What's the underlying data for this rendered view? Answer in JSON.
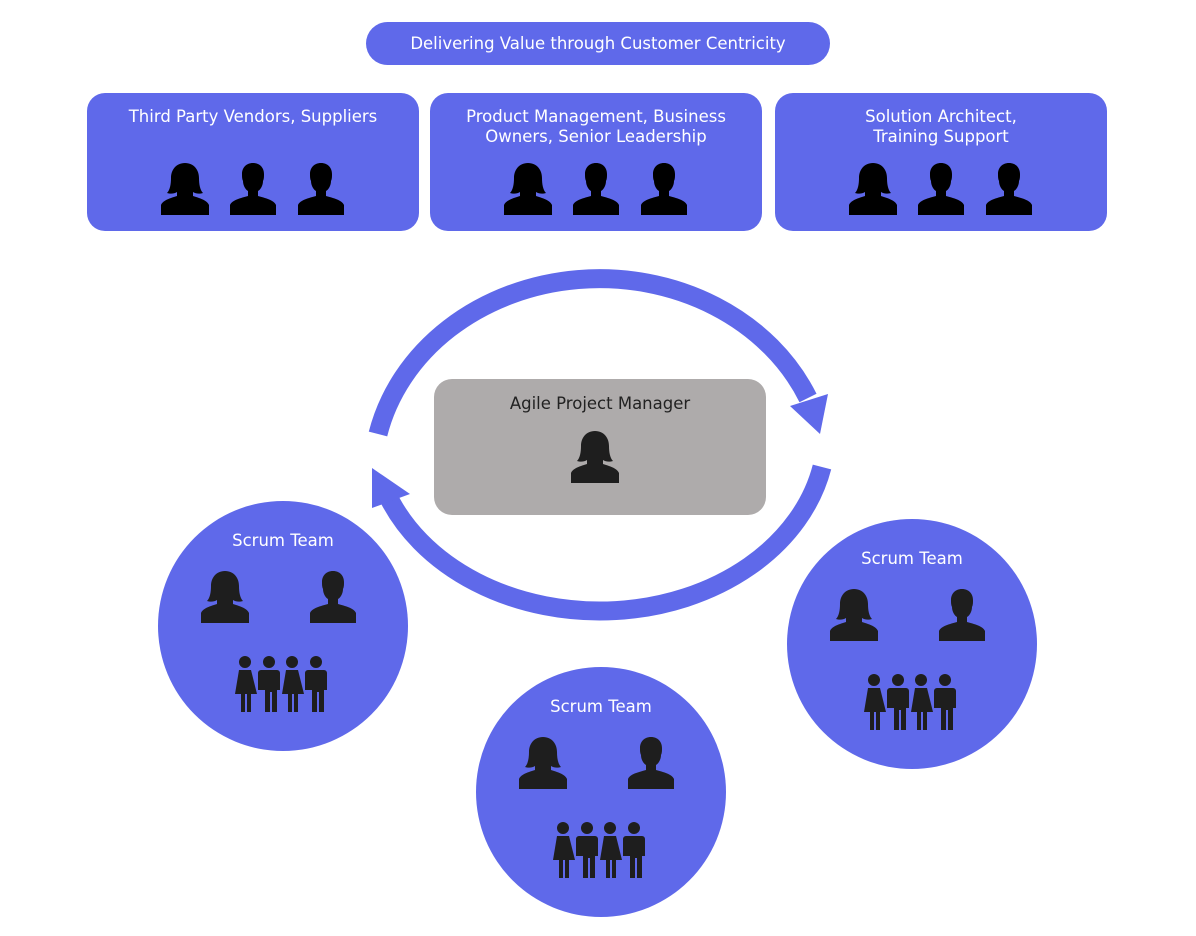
{
  "header": {
    "title": "Delivering Value through Customer Centricity"
  },
  "stakeholder_groups": [
    {
      "label": "Third Party Vendors, Suppliers",
      "people": [
        "female",
        "male",
        "male"
      ]
    },
    {
      "label": "Product Management, Business Owners, Senior Leadership",
      "people": [
        "female",
        "male",
        "male"
      ]
    },
    {
      "label": "Solution Architect, Training Support",
      "people": [
        "female",
        "male",
        "male"
      ]
    }
  ],
  "center": {
    "label": "Agile Project Manager",
    "person": "female"
  },
  "cycle": {
    "direction": "clockwise",
    "arrows": 2
  },
  "scrum_teams": [
    {
      "label": "Scrum Team",
      "position": "left",
      "members": [
        "female",
        "male",
        "team-group"
      ]
    },
    {
      "label": "Scrum Team",
      "position": "bottom",
      "members": [
        "female",
        "male",
        "team-group"
      ]
    },
    {
      "label": "Scrum Team",
      "position": "right",
      "members": [
        "female",
        "male",
        "team-group"
      ]
    }
  ],
  "colors": {
    "accent": "#5f69ea",
    "center_box": "#aeabab",
    "icon_dark": "#1e1e1e",
    "icon_black": "#000000"
  }
}
